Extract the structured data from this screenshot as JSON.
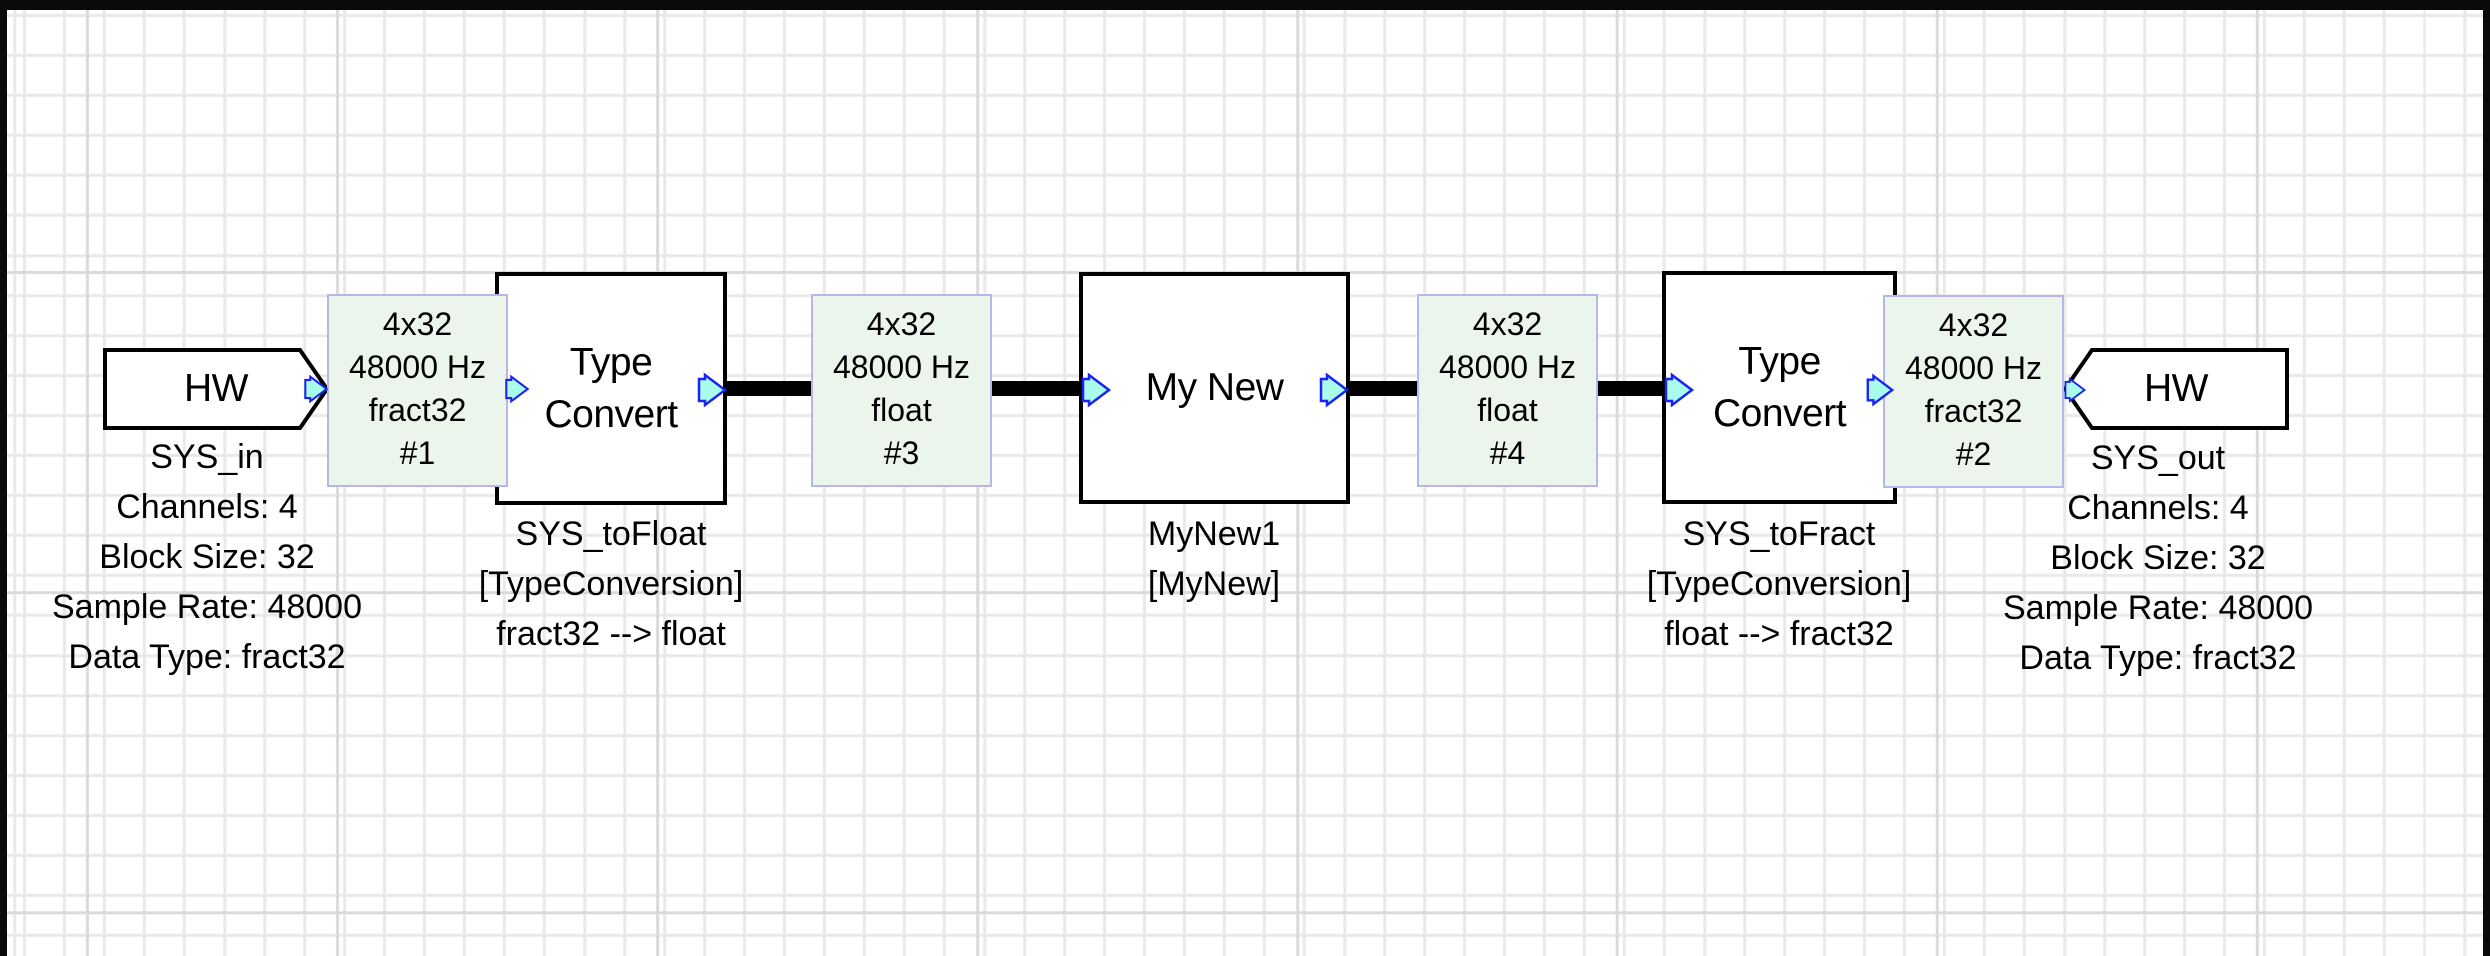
{
  "diagram": {
    "blocks": {
      "hw_in": {
        "label": "HW",
        "name": "SYS_in",
        "info": [
          "Channels: 4",
          "Block Size: 32",
          "Sample Rate: 48000",
          "Data Type: fract32"
        ]
      },
      "to_float": {
        "label_line1": "Type",
        "label_line2": "Convert",
        "name": "SYS_toFloat",
        "class": "[TypeConversion]",
        "conversion": "fract32 --> float"
      },
      "my_new": {
        "label": "My New",
        "name": "MyNew1",
        "class": "[MyNew]"
      },
      "to_fract": {
        "label_line1": "Type",
        "label_line2": "Convert",
        "name": "SYS_toFract",
        "class": "[TypeConversion]",
        "conversion": "float --> fract32"
      },
      "hw_out": {
        "label": "HW",
        "name": "SYS_out",
        "info": [
          "Channels: 4",
          "Block Size: 32",
          "Sample Rate: 48000",
          "Data Type: fract32"
        ]
      }
    },
    "wire_labels": {
      "w1": {
        "size": "4x32",
        "rate": "48000 Hz",
        "type": "fract32",
        "id": "#1"
      },
      "w3": {
        "size": "4x32",
        "rate": "48000 Hz",
        "type": "float",
        "id": "#3"
      },
      "w4": {
        "size": "4x32",
        "rate": "48000 Hz",
        "type": "float",
        "id": "#4"
      },
      "w2": {
        "size": "4x32",
        "rate": "48000 Hz",
        "type": "fract32",
        "id": "#2"
      }
    },
    "colors": {
      "canvas_bg": "#ffffff",
      "grid_minor": "#e9e9e9",
      "grid_major": "#dadada",
      "border": "#0a0a0a",
      "block_border": "#000000",
      "block_fill": "#ffffff",
      "wire": "#000000",
      "wire_label_bg": "#ecf5ec",
      "wire_label_border": "#b6b6e8",
      "pin_fill": "#a9fbea",
      "pin_stroke": "#1a23f2",
      "text": "#000000"
    }
  }
}
